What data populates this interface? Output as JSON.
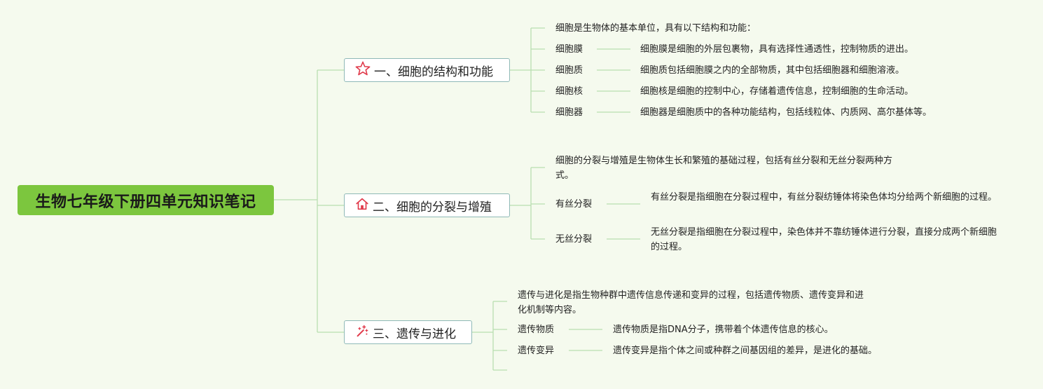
{
  "root": {
    "title": "生物七年级下册四单元知识笔记"
  },
  "branches": [
    {
      "label": "一、细胞的结构和功能",
      "icon": "star-icon",
      "intro": "细胞是生物体的基本单位，具有以下结构和功能：",
      "items": [
        {
          "term": "细胞膜",
          "desc": "细胞膜是细胞的外层包裹物，具有选择性通透性，控制物质的进出。"
        },
        {
          "term": "细胞质",
          "desc": "细胞质包括细胞膜之内的全部物质，其中包括细胞器和细胞溶液。"
        },
        {
          "term": "细胞核",
          "desc": "细胞核是细胞的控制中心，存储着遗传信息，控制细胞的生命活动。"
        },
        {
          "term": "细胞器",
          "desc": "细胞器是细胞质中的各种功能结构，包括线粒体、内质网、高尔基体等。"
        }
      ]
    },
    {
      "label": "二、细胞的分裂与增殖",
      "icon": "home-icon",
      "intro": "细胞的分裂与增殖是生物体生长和繁殖的基础过程，包括有丝分裂和无丝分裂两种方式。",
      "items": [
        {
          "term": "有丝分裂",
          "desc": "有丝分裂是指细胞在分裂过程中，有丝分裂纺锤体将染色体均分给两个新细胞的过程。"
        },
        {
          "term": "无丝分裂",
          "desc": "无丝分裂是指细胞在分裂过程中，染色体并不靠纺锤体进行分裂，直接分成两个新细胞的过程。"
        }
      ]
    },
    {
      "label": "三、遗传与进化",
      "icon": "magic-wand-icon",
      "intro": "遗传与进化是指生物种群中遗传信息传递和变异的过程，包括遗传物质、遗传变异和进化机制等内容。",
      "items": [
        {
          "term": "遗传物质",
          "desc": "遗传物质是指DNA分子，携带着个体遗传信息的核心。"
        },
        {
          "term": "遗传变异",
          "desc": "遗传变异是指个体之间或种群之间基因组的差异，是进化的基础。"
        }
      ]
    }
  ],
  "colors": {
    "connector": "#b9dfb0",
    "root_fill": "#7cc63e",
    "branch_border": "#8fb9b7",
    "icon_red": "#e0394a"
  }
}
